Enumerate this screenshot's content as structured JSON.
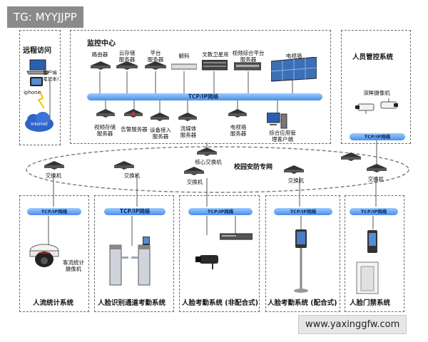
{
  "watermark_top": "TG: MYYJJPP",
  "watermark_bottom": "www.yaxinggfw.com",
  "remote": {
    "title": "远程访问",
    "laptop_label": "客户端\n(笔记本)",
    "phone_label": "iphone",
    "cloud_label": "Internet"
  },
  "monitor": {
    "title": "监控中心",
    "bus": "TCP/IP网络",
    "top_devices": [
      {
        "label": "路由器"
      },
      {
        "label": "云存储\n服务器"
      },
      {
        "label": "平台\n服务器"
      },
      {
        "label": "解码"
      },
      {
        "label": "文教卫星库"
      },
      {
        "label": "视频综合平台\n服务器"
      },
      {
        "label": "电视墙"
      }
    ],
    "bottom_devices": [
      {
        "label": "视频存储\n服务器"
      },
      {
        "label": "告警服务器"
      },
      {
        "label": "设备接入\n服务器"
      },
      {
        "label": "流媒体\n服务器"
      },
      {
        "label": "电视墙\n服务器"
      },
      {
        "label": "综合应用管\n理客户端"
      }
    ]
  },
  "people": {
    "title": "人员管控系统",
    "camera_label": "深眸摄像机",
    "bus": "TCP/IP网络"
  },
  "campus": {
    "ring_label": "校园安防专网",
    "core_label": "核心交换机",
    "switch_label": "交换机"
  },
  "subsystems": [
    {
      "title": "人流统计系统",
      "bus": "TCP/IP网络",
      "device_label": "客流统计\n摄像机"
    },
    {
      "title": "人脸识别通道考勤系统",
      "bus": "TCP/IP网络"
    },
    {
      "title": "人脸考勤系统 (非配合式)",
      "bus": "TCP/IP网络"
    },
    {
      "title": "人脸考勤系统 (配合式)",
      "bus": "TCP/IP网络"
    },
    {
      "title": "人脸门禁系统",
      "bus": "TCP/IP网络"
    }
  ],
  "colors": {
    "bus": "#4a90e8",
    "switch": "#3a3a3a",
    "dash": "#6a6a6a"
  }
}
